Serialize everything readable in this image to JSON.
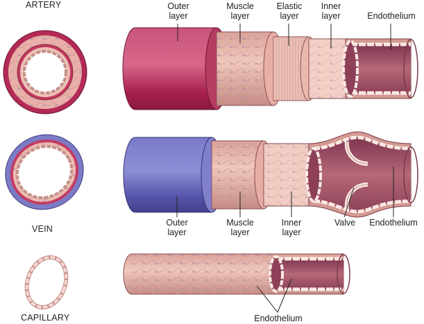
{
  "labels": {
    "artery": "ARTERY",
    "vein": "VEIN",
    "capillary": "CAPILLARY",
    "artery_outer": [
      "Outer",
      "layer"
    ],
    "artery_muscle": [
      "Muscle",
      "layer"
    ],
    "artery_elastic": [
      "Elastic",
      "layer"
    ],
    "artery_inner": [
      "Inner",
      "layer"
    ],
    "artery_endothelium": "Endothelium",
    "vein_outer": [
      "Outer",
      "layer"
    ],
    "vein_muscle": [
      "Muscle",
      "layer"
    ],
    "vein_inner": [
      "Inner",
      "layer"
    ],
    "vein_valve": "Valve",
    "vein_endothelium": "Endothelium",
    "capillary_endothelium": "Endothelium"
  },
  "colors": {
    "artery_outer": "#b8325a",
    "artery_outer_dark": "#8e1c40",
    "vein_outer": "#6d6cc0",
    "vein_outer_dark": "#4b4a9a",
    "tissue": "#e8b5a8",
    "tissue_dark": "#c98b86",
    "lumen": "#a8546a",
    "lumen_dark": "#7a2c44",
    "endothelium": "#f6ddd6",
    "outline": "#6a3040"
  }
}
